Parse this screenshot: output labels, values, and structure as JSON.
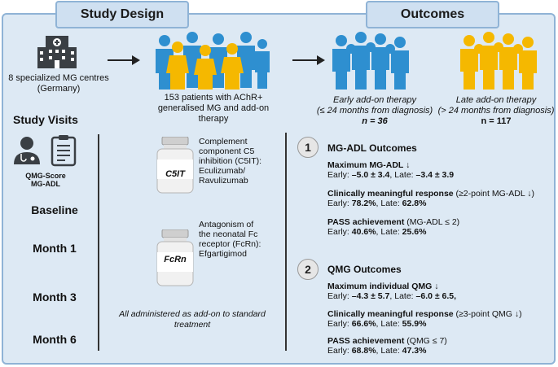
{
  "headers": {
    "study_design": "Study Design",
    "outcomes": "Outcomes"
  },
  "centres": {
    "line1": "8 specialized MG centres",
    "line2": "(Germany)"
  },
  "patients": {
    "line1": "153 patients with AChR+",
    "line2": "generalised MG and add-on therapy"
  },
  "early_group": {
    "line1": "Early add-on therapy",
    "line2": "(≤ 24 months from diagnosis)",
    "n": "n = 36"
  },
  "late_group": {
    "line1": "Late add-on therapy",
    "line2": "(> 24 months from diagnosis)",
    "n": "n = 117"
  },
  "study_visits": {
    "title": "Study Visits",
    "scores_line1": "QMG-Score",
    "scores_line2": "MG-ADL",
    "visits": [
      "Baseline",
      "Month 1",
      "Month 3",
      "Month 6"
    ]
  },
  "therapies": {
    "c5it": {
      "label": "C5IT",
      "desc1": "Complement",
      "desc2": "component C5",
      "desc3": "inhibition (C5IT):",
      "desc4": "Eculizumab/",
      "desc5": "Ravulizumab"
    },
    "fcrn": {
      "label": "FcRn",
      "desc1": "Antagonism of",
      "desc2": "the neonatal Fc",
      "desc3": "receptor (FcRn):",
      "desc4": "Efgartigimod"
    },
    "note_line1": "All administered as add-on to standard",
    "note_line2": "treatment"
  },
  "mg_adl": {
    "number": "1",
    "title": "MG-ADL Outcomes",
    "items": [
      {
        "title": "Maximum MG-ADL ↓",
        "title_rest": "",
        "early_label": "Early: ",
        "early": "–5.0 ± 3.4",
        "late_label": ", Late: ",
        "late": "–3.4 ± 3.9"
      },
      {
        "title": "Clinically meaningful response",
        "title_rest": " (≥2-point MG-ADL ↓)",
        "early_label": "Early: ",
        "early": "78.2%",
        "late_label": ", Late: ",
        "late": "62.8%"
      },
      {
        "title": "PASS achievement",
        "title_rest": " (MG-ADL ≤ 2)",
        "early_label": "Early: ",
        "early": "40.6%",
        "late_label": ", Late: ",
        "late": "25.6%"
      }
    ]
  },
  "qmg": {
    "number": "2",
    "title": "QMG Outcomes",
    "items": [
      {
        "title": "Maximum individual QMG ↓",
        "title_rest": "",
        "early_label": "Early: ",
        "early": "–4.3 ± 5.7",
        "late_label": ", Late: ",
        "late": "–6.0 ± 6.5,"
      },
      {
        "title": "Clinically meaningful response",
        "title_rest": " (≥3-point QMG ↓)",
        "early_label": "Early: ",
        "early": "66.6%",
        "late_label": ", Late: ",
        "late": "55.9%"
      },
      {
        "title": "PASS achievement",
        "title_rest": " (QMG ≤ 7)",
        "early_label": "Early: ",
        "early": "68.8%",
        "late_label": ", Late: ",
        "late": "47.3%"
      }
    ]
  },
  "colors": {
    "panel": "#dde9f4",
    "border": "#8fb3d6",
    "blue_people": "#2e8fd0",
    "yellow_people": "#f5b800",
    "dark_icon": "#3a3f44"
  }
}
